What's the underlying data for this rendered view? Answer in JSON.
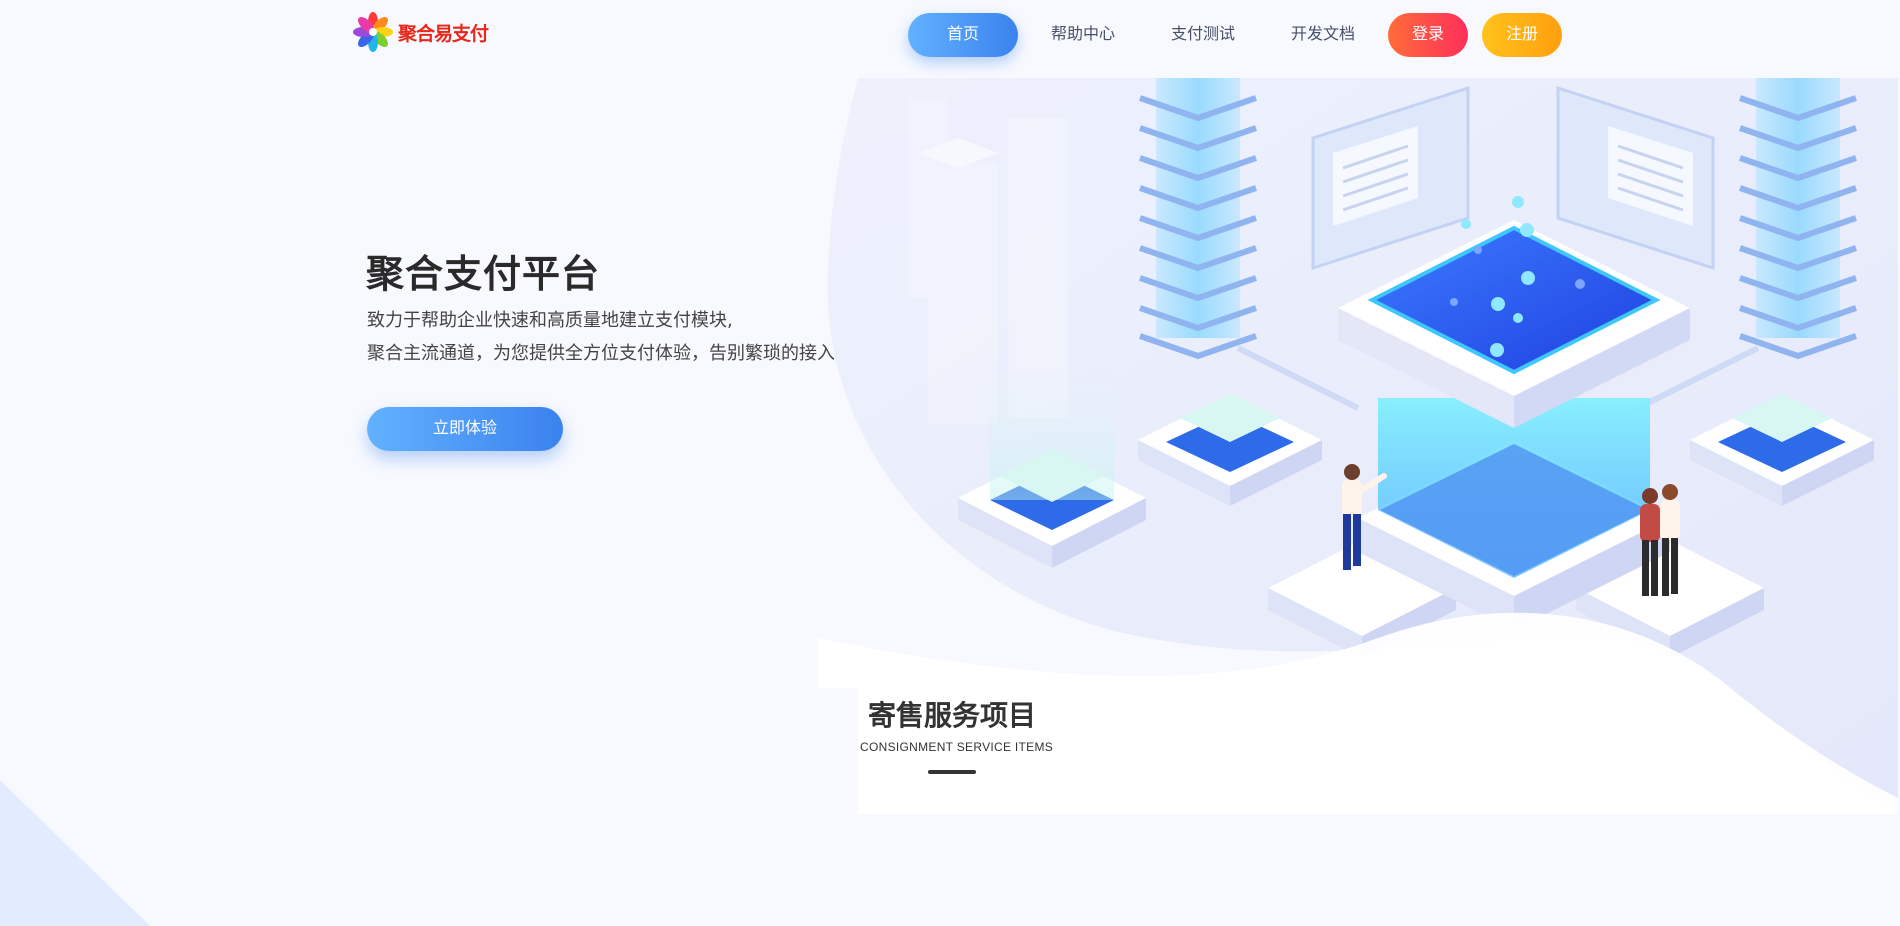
{
  "brand": {
    "name": "聚合易支付",
    "logo_icon": "flower-logo-icon"
  },
  "nav": {
    "items": [
      {
        "label": "首页",
        "active": true
      },
      {
        "label": "帮助中心"
      },
      {
        "label": "支付测试"
      },
      {
        "label": "开发文档"
      }
    ],
    "login_label": "登录",
    "register_label": "注册"
  },
  "hero": {
    "title": "聚合支付平台",
    "line1": "致力于帮助企业快速和高质量地建立支付模块,",
    "line2": "聚合主流通道，为您提供全方位支付体验，告别繁琐的接入流程",
    "cta_label": "立即体验",
    "illustration": "isometric-server-illustration"
  },
  "section": {
    "title": "寄售服务项目",
    "subtitle": "CONSIGNMENT SERVICE ITEMS"
  },
  "colors": {
    "primary_start": "#62b1ff",
    "primary_end": "#3b82ee",
    "login": "#ff4a4a",
    "register": "#ffb414",
    "background": "#f7f9ff"
  }
}
